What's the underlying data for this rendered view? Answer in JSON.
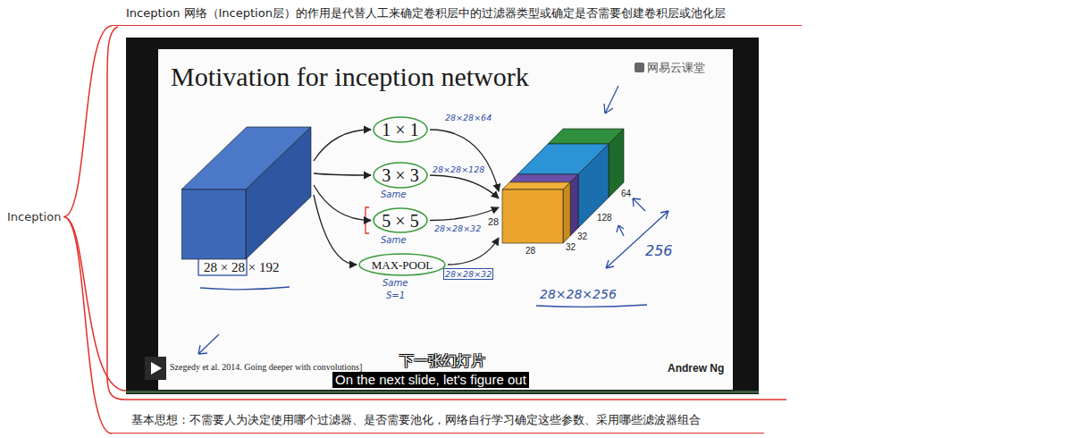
{
  "diagram": {
    "nodes": [
      {
        "text": [
          "Inception"
        ]
      },
      {
        "text": [
          "Inception 网络（Inception层）的作用是代替人工来确定卷积层中的过滤器类型或确定是否需要创建卷积层或池化层"
        ]
      },
      {
        "text": [
          "Motivation for inception network"
        ]
      },
      {
        "text": [
          "28 × 28 × 192"
        ],
        "in": 2
      },
      {
        "text": [
          "1 × 1"
        ],
        "in": 2
      },
      {
        "text": [
          "3 × 3"
        ],
        "in": 2
      },
      {
        "text": [
          "5 × 5"
        ],
        "in": 2
      },
      {
        "text": [
          "MAX-POOL"
        ],
        "in": 2
      },
      {
        "text": [
          "28"
        ],
        "in": 2
      },
      {
        "text": [
          "基本思想：不需要人为决定使用哪个过滤器、是否需要池化，网络自行学习确定这些参数、采用哪些滤波器组合"
        ]
      }
    ],
    "edges": [
      {
        "from": 0,
        "to": 1,
        "arrow": "none"
      },
      {
        "from": 0,
        "to": 2,
        "arrow": "none"
      },
      {
        "from": 0,
        "to": 9,
        "arrow": "none"
      },
      {
        "from": 3,
        "to": 4,
        "arrow": "to"
      },
      {
        "from": 3,
        "to": 5,
        "arrow": "to"
      },
      {
        "from": 3,
        "to": 6,
        "arrow": "to"
      },
      {
        "from": 3,
        "to": 7,
        "arrow": "to"
      },
      {
        "from": 4,
        "to": 8,
        "arrow": "to",
        "label": "28×28×64"
      },
      {
        "from": 5,
        "to": 8,
        "arrow": "to",
        "label": "28×28×128"
      },
      {
        "from": 6,
        "to": 8,
        "arrow": "to",
        "label": "28×28×32"
      },
      {
        "from": 7,
        "to": 8,
        "arrow": "to",
        "label": "28×28×32"
      }
    ],
    "labels": [
      "网易云课堂",
      "Same",
      "Same",
      "Same",
      "S=1",
      "64",
      "128",
      "32",
      "32",
      "28",
      "256",
      "28×28×256",
      "Szegedy et al. 2014. Going deeper with convolutions]",
      "Andrew Ng",
      "下一张幻灯片",
      "On the next slide, let's figure out"
    ]
  }
}
